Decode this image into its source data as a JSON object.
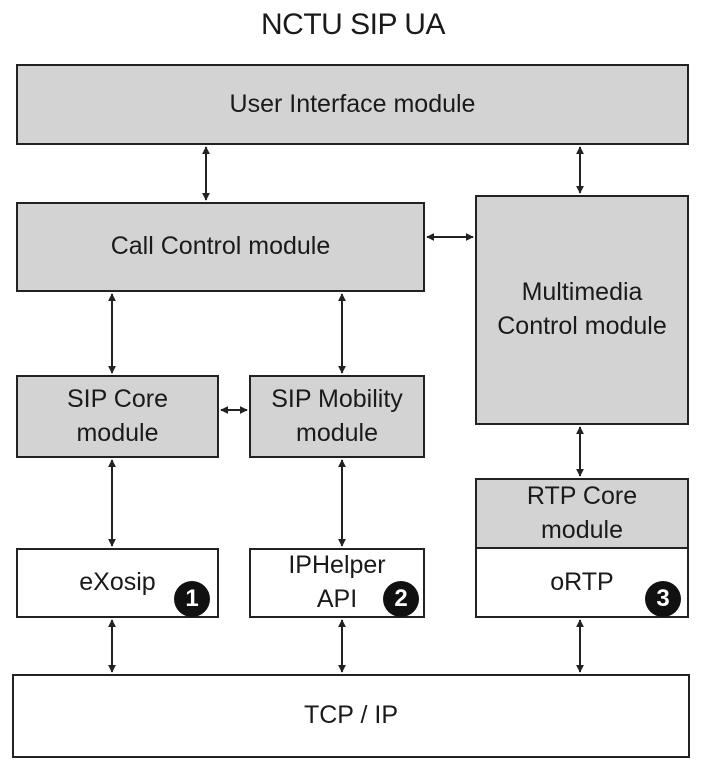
{
  "diagram": {
    "title": "NCTU SIP UA",
    "modules": {
      "user_interface": "User Interface module",
      "call_control": "Call Control module",
      "multimedia_control": "Multimedia\nControl module",
      "sip_core": "SIP Core\nmodule",
      "sip_mobility": "SIP Mobility\nmodule",
      "rtp_core": "RTP Core\nmodule",
      "exosip": "eXosip",
      "iphelper": "IPHelper\nAPI",
      "ortp": "oRTP",
      "tcpip": "TCP / IP"
    },
    "badges": {
      "exosip": "1",
      "iphelper": "2",
      "ortp": "3"
    },
    "colors": {
      "module_fill": "#d3d3d3",
      "library_fill": "#ffffff",
      "line": "#222222"
    }
  }
}
